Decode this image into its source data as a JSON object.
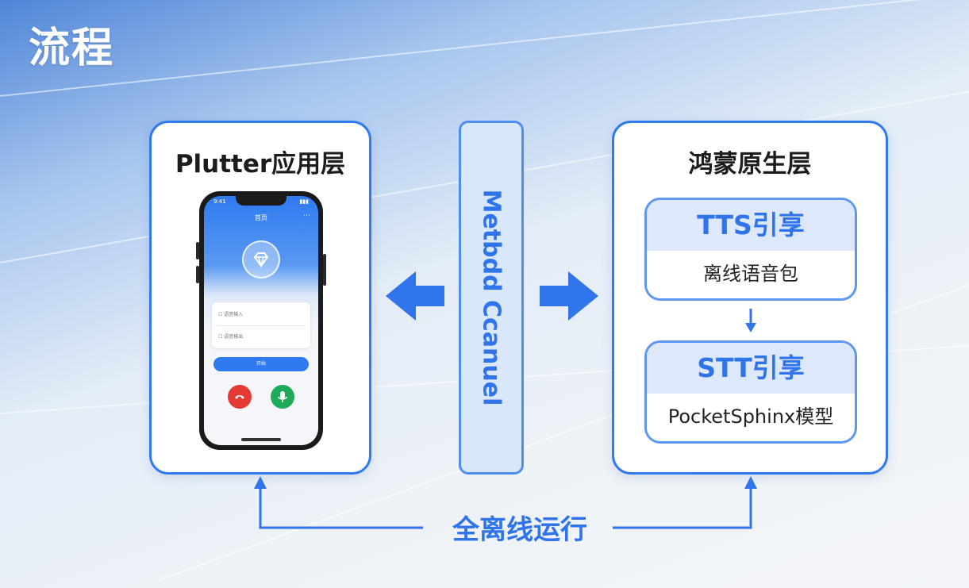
{
  "slide": {
    "title": "流程"
  },
  "left_panel": {
    "title": "Plutter应用层",
    "phone": {
      "status_time": "9:41",
      "header": "首页",
      "field_1": "☐ 语音输入",
      "field_2": "☐ 语音输出",
      "button": "开始"
    }
  },
  "channel": {
    "label": "Metbdd Ccanuel"
  },
  "right_panel": {
    "title": "鸿蒙原生层",
    "tts": {
      "title": "TTS引享",
      "subtitle": "离线语音包"
    },
    "stt": {
      "title": "STT引享",
      "subtitle": "PocketSphinx模型"
    }
  },
  "footer": {
    "label": "全离线运行"
  },
  "colors": {
    "accent": "#2f74ea",
    "border": "#2f7af0",
    "channel_fill": "#d9e7fb",
    "hangup": "#e53935",
    "answer": "#1faa59"
  }
}
